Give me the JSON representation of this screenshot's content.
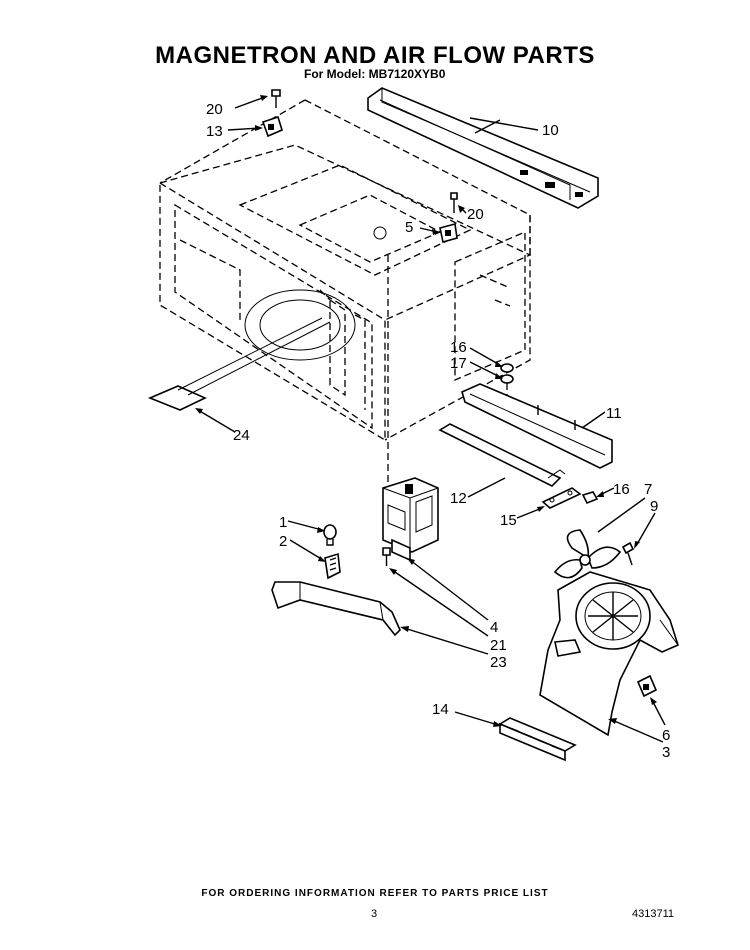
{
  "title": "MAGNETRON AND AIR FLOW PARTS",
  "subtitle": "For Model: MB7120XYB0",
  "footer": {
    "ordering_note": "FOR ORDERING INFORMATION REFER TO PARTS PRICE LIST",
    "page_number": "3",
    "document_number": "4313711"
  },
  "callouts": [
    "20",
    "13",
    "10",
    "20",
    "5",
    "16",
    "17",
    "11",
    "24",
    "12",
    "16",
    "7",
    "15",
    "9",
    "1",
    "2",
    "4",
    "21",
    "23",
    "14",
    "6",
    "3"
  ]
}
